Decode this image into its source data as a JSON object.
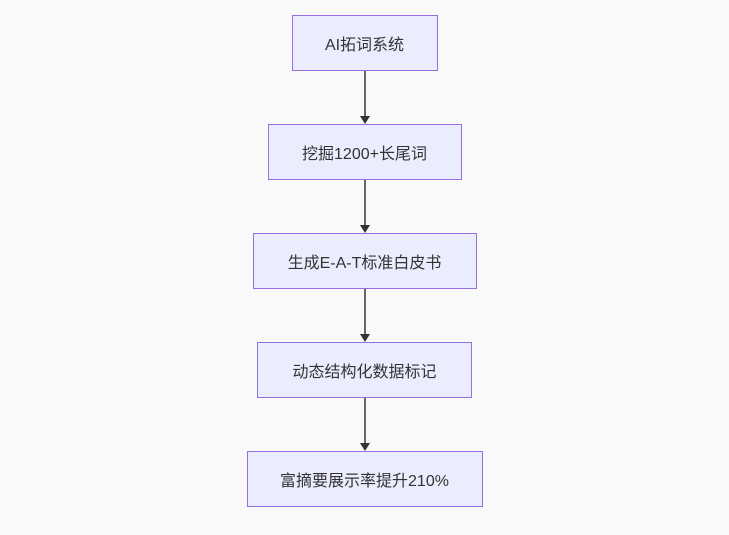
{
  "diagram": {
    "type": "flowchart-top-down",
    "colors": {
      "background": "#f9f9f9",
      "node_fill": "#ECECFF",
      "node_border": "#9370DB",
      "arrow_line_color": "#666666",
      "arrow_head_color": "#333333",
      "text_color": "#333333"
    },
    "nodes": [
      {
        "id": "n1",
        "label": "AI拓词系统"
      },
      {
        "id": "n2",
        "label": "挖掘1200+长尾词"
      },
      {
        "id": "n3",
        "label": "生成E-A-T标准白皮书"
      },
      {
        "id": "n4",
        "label": "动态结构化数据标记"
      },
      {
        "id": "n5",
        "label": "富摘要展示率提升210%"
      }
    ],
    "edges": [
      {
        "from": "n1",
        "to": "n2"
      },
      {
        "from": "n2",
        "to": "n3"
      },
      {
        "from": "n3",
        "to": "n4"
      },
      {
        "from": "n4",
        "to": "n5"
      }
    ]
  }
}
